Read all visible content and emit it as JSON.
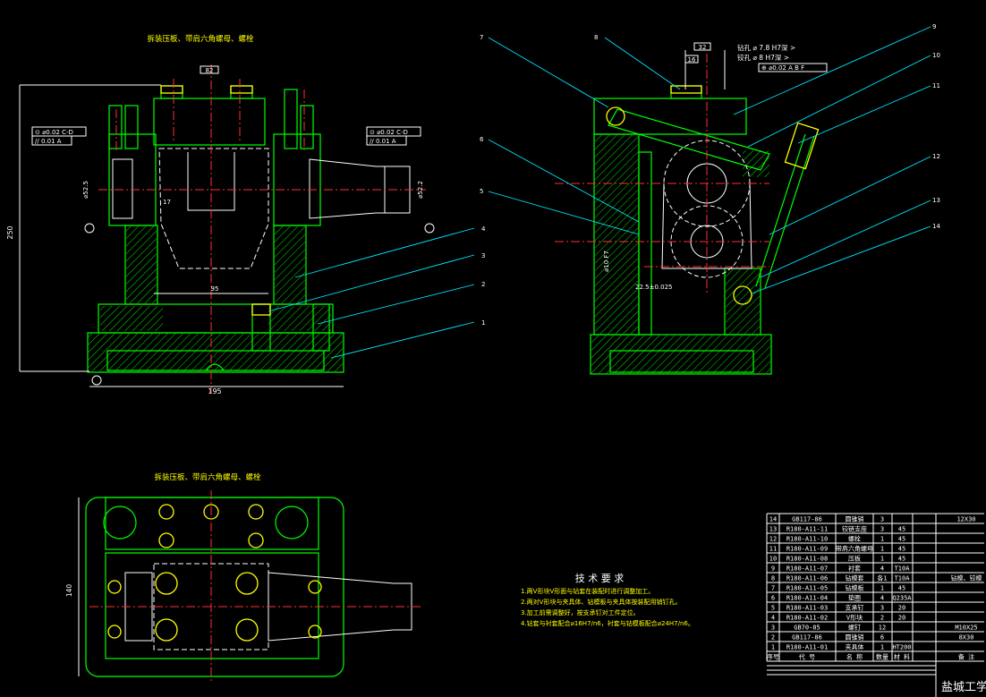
{
  "views": {
    "front_title": "拆装压板、带肩六角螺母、螺栓",
    "top_title": "拆装压板、带肩六角螺母、螺栓"
  },
  "dimensions": {
    "height": "250",
    "width": "195",
    "slot": "95",
    "top": "82",
    "d17": "17",
    "dia_left": "⌀52.5",
    "dia_right": "⌀52.2",
    "plan_height": "140",
    "d32": "32",
    "d16": "16",
    "dia_bush": "⌀10 F7",
    "angle_dim": "22.5±0.025"
  },
  "tolerance_left": {
    "row1": "⊙ ⌀0.02 C-D",
    "row2": "// 0.01 A"
  },
  "tolerance_right": {
    "row1": "⊙ ⌀0.02 C-D",
    "row2": "// 0.01 A"
  },
  "drill_note": {
    "line1": "钻孔 ⌀ 7.8 H7深 >",
    "line2": "铰孔 ⌀ 8 H7深 >",
    "line3": "⊕ ⌀0.02 A B F"
  },
  "balloons_left": [
    "4",
    "3",
    "2",
    "1"
  ],
  "balloons_right": [
    "7",
    "8",
    "9",
    "10",
    "11",
    "12",
    "13",
    "14",
    "6",
    "5"
  ],
  "tech_requirements": {
    "title": "技 术 要 求",
    "items": [
      "1.两V形块V形面与钻套在装配时进行调整加工。",
      "2.两对V形块与夹具体、钻模板与夹具体按装配用销钉孔。",
      "3.加工前需调整好，按支承钉对工件定位。",
      "4.钻套与衬套配合⌀16H7/n6，衬套与钻模板配合⌀24H7/n6。"
    ]
  },
  "bom": {
    "headers": [
      "序号",
      "代 号",
      "名 称",
      "数量",
      "材 料",
      "备 注"
    ],
    "rows": [
      [
        "14",
        "GB117-86",
        "圆锥销",
        "3",
        "",
        "12X30"
      ],
      [
        "13",
        "R180-A11-11",
        "铰链支座",
        "3",
        "45",
        ""
      ],
      [
        "12",
        "R180-A11-10",
        "螺栓",
        "1",
        "45",
        ""
      ],
      [
        "11",
        "R180-A11-09",
        "带肩六角螺母",
        "1",
        "45",
        ""
      ],
      [
        "10",
        "R180-A11-08",
        "压板",
        "1",
        "45",
        ""
      ],
      [
        "9",
        "R180-A11-07",
        "衬套",
        "4",
        "T10A",
        ""
      ],
      [
        "8",
        "R180-A11-06",
        "钻模套",
        "各1",
        "T10A",
        "钻模、铰模"
      ],
      [
        "7",
        "R180-A11-05",
        "钻模板",
        "1",
        "45",
        ""
      ],
      [
        "6",
        "R180-A11-04",
        "垫圈",
        "4",
        "Q235A",
        ""
      ],
      [
        "5",
        "R180-A11-03",
        "支承钉",
        "3",
        "20",
        ""
      ],
      [
        "4",
        "R180-A11-02",
        "V形块",
        "2",
        "20",
        ""
      ],
      [
        "3",
        "GB70-85",
        "螺钉",
        "12",
        "",
        "M10X25"
      ],
      [
        "2",
        "GB117-86",
        "圆锥销",
        "6",
        "",
        "8X30"
      ],
      [
        "1",
        "R180-A11-01",
        "夹具体",
        "1",
        "HT200",
        ""
      ]
    ],
    "school": "盐城工学"
  }
}
